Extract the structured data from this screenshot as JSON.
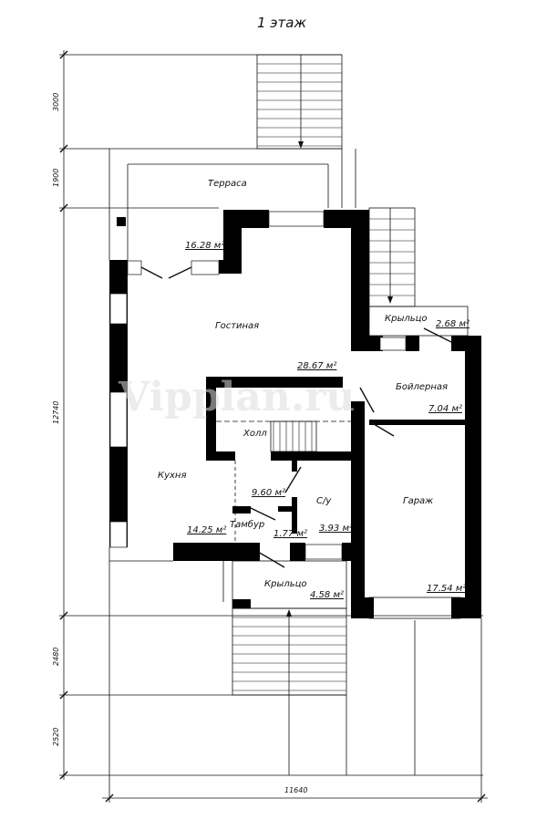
{
  "title": "1 этаж",
  "watermark": "Vipplan.ru",
  "dimensions": {
    "vertical": [
      "3000",
      "1900",
      "12740",
      "2480",
      "2520"
    ],
    "horizontal": "11640"
  },
  "rooms": [
    {
      "name": "Терраса",
      "area": "16.28 м²"
    },
    {
      "name": "Гостиная",
      "area": "28.67 м²"
    },
    {
      "name": "Крыльцо",
      "area": "2.68 м²"
    },
    {
      "name": "Бойлерная",
      "area": "7.04 м²"
    },
    {
      "name": "Холл",
      "area": "9.60 м²"
    },
    {
      "name": "Кухня",
      "area": "14.25 м²"
    },
    {
      "name": "С/у",
      "area": "3.93 м²"
    },
    {
      "name": "Тамбур",
      "area": "1.77 м²"
    },
    {
      "name": "Гараж",
      "area": "17.54 м²"
    },
    {
      "name": "Крыльцо",
      "area": "4.58 м²"
    }
  ]
}
